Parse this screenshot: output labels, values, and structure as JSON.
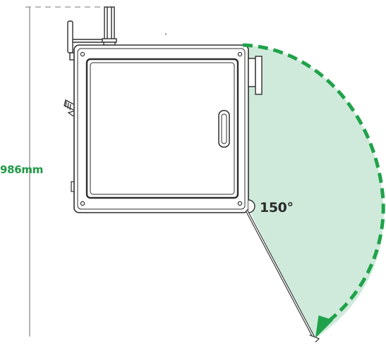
{
  "dimensions": {
    "height_label": "986mm",
    "angle_label": "150°"
  },
  "door_swing": {
    "angle_deg": 150
  },
  "colors": {
    "accent_green": "#20a24a",
    "label_green": "#1f9a45",
    "swing_fill": "#cfeadb",
    "outline": "#2e2e2e",
    "dimension_line": "#6a6a6a"
  }
}
